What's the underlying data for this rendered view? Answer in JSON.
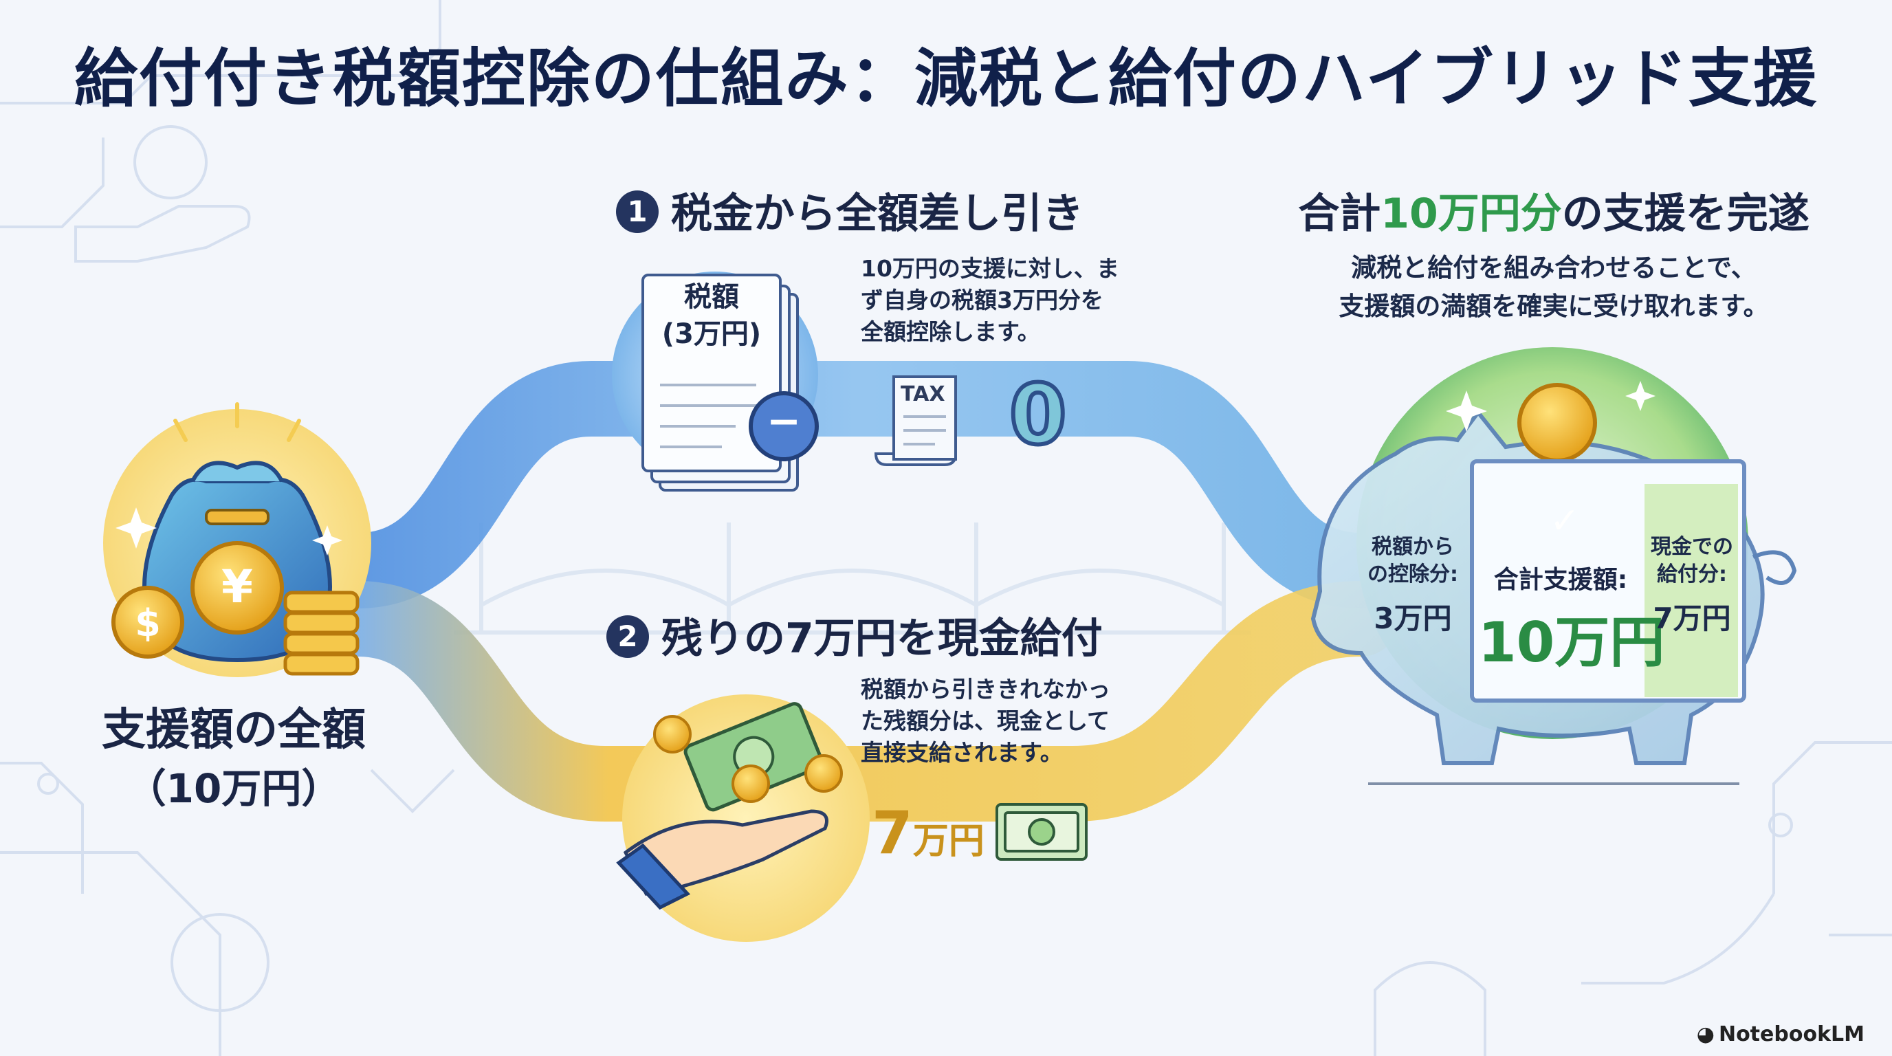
{
  "title": "給付付き税額控除の仕組み：減税と給付のハイブリッド支援",
  "start": {
    "title": "支援額の全額",
    "subtitle": "（10万円）"
  },
  "step1": {
    "number": "1",
    "heading": "税金から全額差し引き",
    "doc_label": "税額\n(3万円)",
    "description": "10万円の支援に対し、ま\nず自身の税額3万円分を\n全額控除します。",
    "tax_tag": "TAX",
    "remaining": "0"
  },
  "step2": {
    "number": "2",
    "heading": "残りの7万円を現金給付",
    "description": "税額から引ききれなかっ\nた残額分は、現金として\n直接支給されます。",
    "amount_number": "7",
    "amount_unit": "万円"
  },
  "result": {
    "title_prefix": "合計",
    "title_accent": "10万円分",
    "title_suffix": "の支援を完遂",
    "description": "減税と給付を組み合わせることで、\n支援額の満額を確実に受け取れます。",
    "left_label": "税額から\nの控除分:",
    "left_value": "3万円",
    "total_label": "合計支援額:",
    "total_value": "10万円",
    "right_label": "現金での\n給付分:",
    "right_value": "7万円"
  },
  "currency_glyphs": {
    "yen": "¥",
    "dollar": "$",
    "minus": "−",
    "check": "✓"
  },
  "colors": {
    "path_blue": "#5b9ee0",
    "path_yellow": "#f2c14b",
    "result_green": "#2f9a4c",
    "heading_navy": "#1a2545"
  },
  "brand": "NotebookLM"
}
